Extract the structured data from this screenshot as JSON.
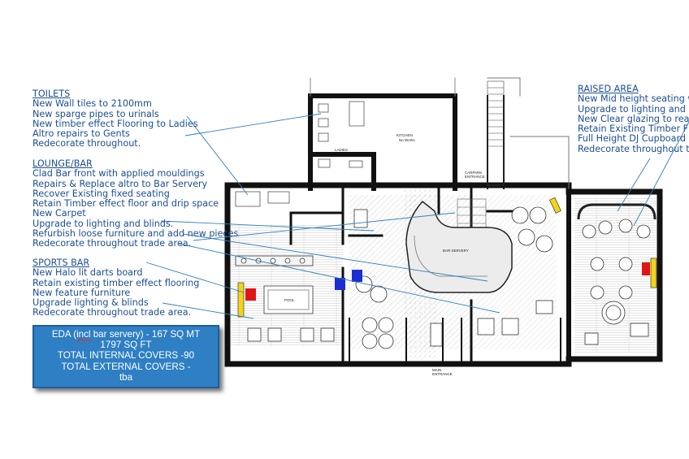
{
  "notes": {
    "toilets": {
      "heading": "TOILETS",
      "items": [
        "New Wall tiles to 2100mm",
        "New sparge pipes to urinals",
        "New timber effect Flooring to Ladies",
        "Altro repairs to Gents",
        "Redecorate throughout."
      ]
    },
    "lounge_bar": {
      "heading": "LOUNGE/BAR",
      "items": [
        "Clad Bar front with applied mouldings",
        "Repairs & Replace altro to Bar Servery",
        "Recover Existing  fixed seating",
        "Retain  Timber effect floor and drip space",
        "New Carpet",
        "Upgrade to lighting and blinds.",
        "Refurbish loose furniture and add new pieces",
        "Redecorate throughout trade area."
      ]
    },
    "sports_bar": {
      "heading": "SPORTS BAR",
      "items": [
        "New Halo lit darts board",
        "Retain existing timber effect flooring",
        "New feature furniture",
        "Upgrade lighting & blinds",
        "Redecorate throughout trade area."
      ]
    },
    "raised_area": {
      "heading": "RAISED AREA",
      "items": [
        "New Mid height seating wi",
        "Upgrade to lighting and ne",
        "New Clear glazing to rear w",
        "Retain Existing Timber Floo",
        "Full Height DJ Cupboard",
        "Redecorate throughout tra"
      ]
    }
  },
  "summary": {
    "line1_prefix": "EDA (",
    "line1_incl": "incl",
    "line1_suffix": " bar servery) -  167 SQ MT",
    "line2": "1797 SQ FT",
    "line3": "TOTAL INTERNAL COVERS -90",
    "line4": "TOTAL EXTERNAL COVERS -",
    "line5": "tba"
  },
  "plan_labels": {
    "kitchen": "KITCHEN",
    "kitchen_sub": "No Works",
    "ladies": "LADIES",
    "pool": "POOL",
    "bar_servery": "BAR SERVERY",
    "main_entrance": "MAIN\nENTRANCE",
    "carpark_entrance": "CARPARK\nENTRANCE"
  },
  "colors": {
    "note_text": "#1c4e93",
    "leader_line": "#2f7fc0",
    "summary_fill": "#2e7fc4",
    "wall": "#111111",
    "accent_yellow": "#f2d41a",
    "accent_red": "#e01515",
    "accent_blue": "#1b2ed0"
  }
}
